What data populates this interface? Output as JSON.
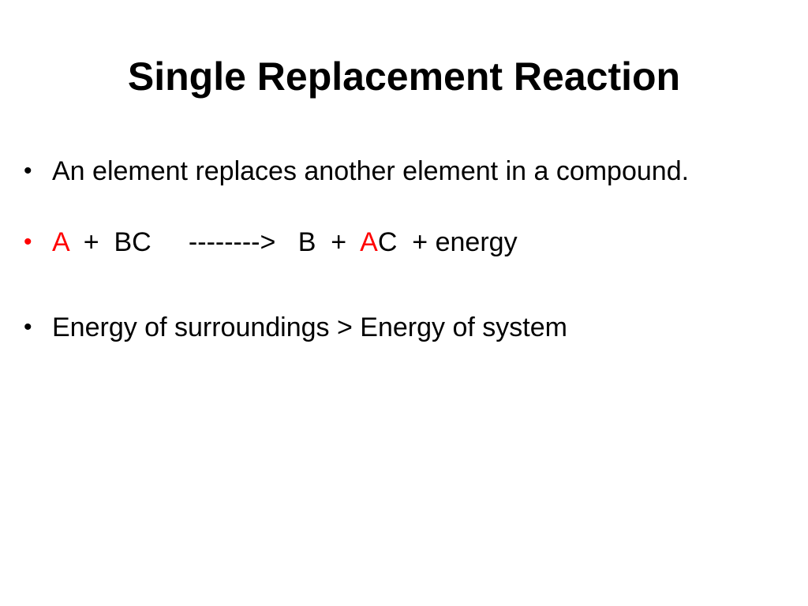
{
  "slide": {
    "title": "Single Replacement Reaction",
    "bullet_char": "•",
    "bullets": [
      {
        "text": "An element replaces another element in a compound."
      },
      {
        "equation": {
          "reactant_a": "A",
          "plus1": "  +  ",
          "reactant_bc": "BC",
          "arrow": "     -------->   ",
          "product_b": "B",
          "plus2": "  +  ",
          "product_a": "A",
          "product_c": "C",
          "plus3": "  + ",
          "energy": "energy"
        }
      },
      {
        "text": "Energy of surroundings  >  Energy of system"
      }
    ],
    "colors": {
      "highlight": "#ff0000",
      "text": "#000000",
      "background": "#ffffff"
    }
  }
}
